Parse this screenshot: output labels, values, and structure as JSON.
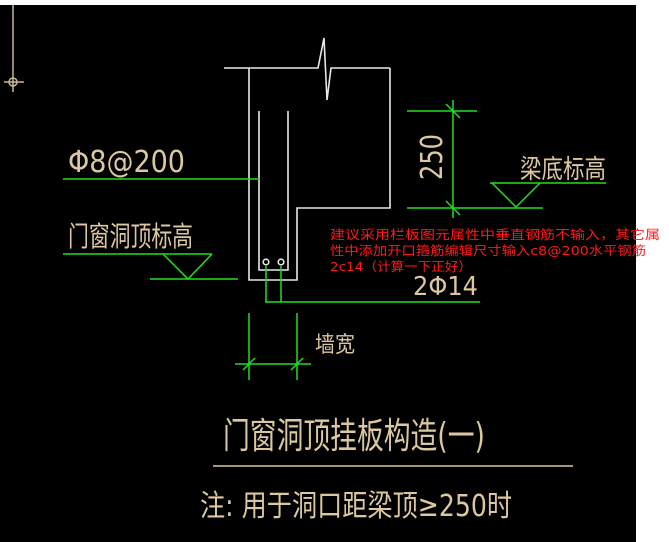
{
  "labels": {
    "stirrup": "Φ8@200",
    "opening_top_elev": "门窗洞顶标高",
    "dimension_250": "250",
    "beam_bottom_elev": "梁底标高",
    "bottom_bars": "2Φ14",
    "wall_width": "墙宽",
    "title": "门窗洞顶挂板构造(一)",
    "note": "注: 用于洞口距梁顶≥250时"
  },
  "comment": {
    "lines": [
      "建议采用栏板图元属性中垂直钢筋不输入，其它属",
      "性中添加开口箍筋编辑尺寸输入c8@200水平钢筋",
      "2c14（计算一下正好）"
    ]
  },
  "colors": {
    "background": "#000000",
    "text": "#dcc8a0",
    "dimension": "#22dd22",
    "outline": "#e8e8e8",
    "comment": "#ff1a1a"
  }
}
